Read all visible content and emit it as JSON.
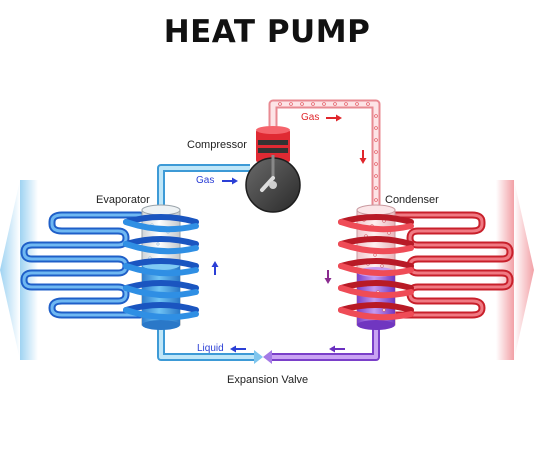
{
  "title": "HEAT PUMP",
  "labels": {
    "compressor": "Compressor",
    "evaporator": "Evaporator",
    "condenser": "Condenser",
    "expansion_valve": "Expansion Valve",
    "gas_top": "Gas",
    "gas_left": "Gas",
    "liquid": "Liquid"
  },
  "colors": {
    "cold": "#2a9fe3",
    "cold_dark": "#1f6fd1",
    "hot": "#e8323c",
    "hot_light": "#f4a6ac",
    "purple": "#8a4fd1",
    "arrow_blue": "#2b3fd6",
    "arrow_red": "#e0262b"
  }
}
